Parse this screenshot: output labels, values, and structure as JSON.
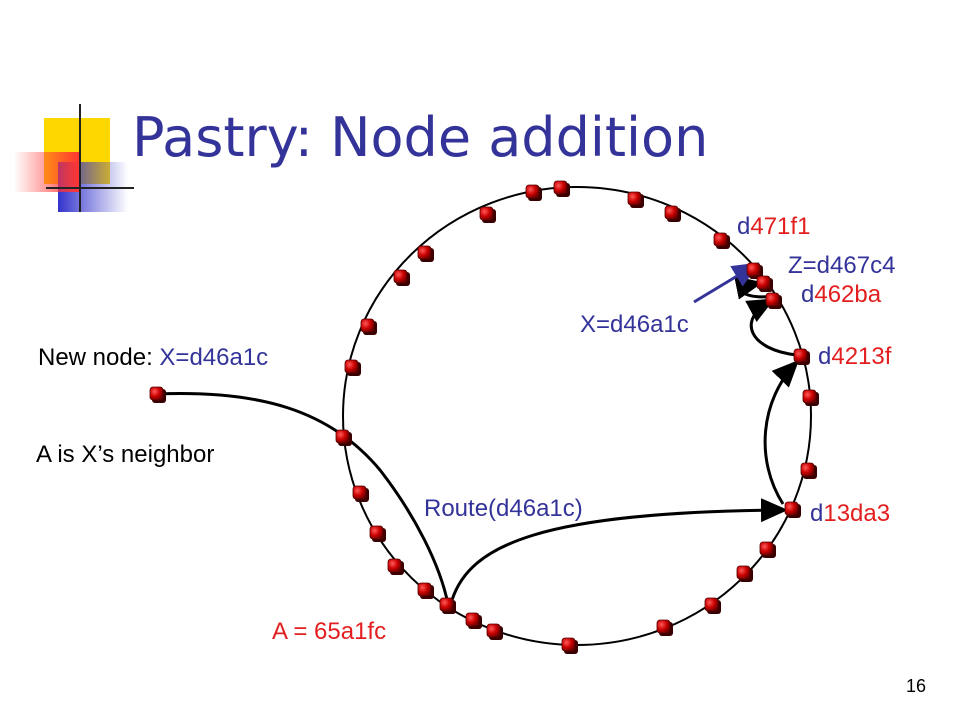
{
  "slide": {
    "title": "Pastry: Node addition",
    "page_number": "16"
  },
  "labels": {
    "new_node_prefix": "New node",
    "new_node_colon": ": ",
    "new_node_id": "X=d46a1c",
    "neighbor_note": "A is X’s neighbor",
    "node_a": "A = 65a1fc",
    "route": "Route(d46a1c)",
    "x_arrow": "X=d46a1c",
    "z_node": "Z=d467c4"
  },
  "node_ids": [
    {
      "prefix": "d",
      "rest": "471f1"
    },
    {
      "prefix": "d",
      "rest": "462ba"
    },
    {
      "prefix": "d",
      "rest": "4213f"
    },
    {
      "prefix": "d",
      "rest": "13da3"
    }
  ],
  "colors": {
    "title": "#333399",
    "node_fill": "#cc0000",
    "node_dark": "#6a0000",
    "ring": "#000000",
    "label_red": "#e31e1e",
    "label_blue": "#333399",
    "logo_yellow": "#ffd700",
    "logo_blue": "#3333cc",
    "logo_red": "#ff3333"
  }
}
